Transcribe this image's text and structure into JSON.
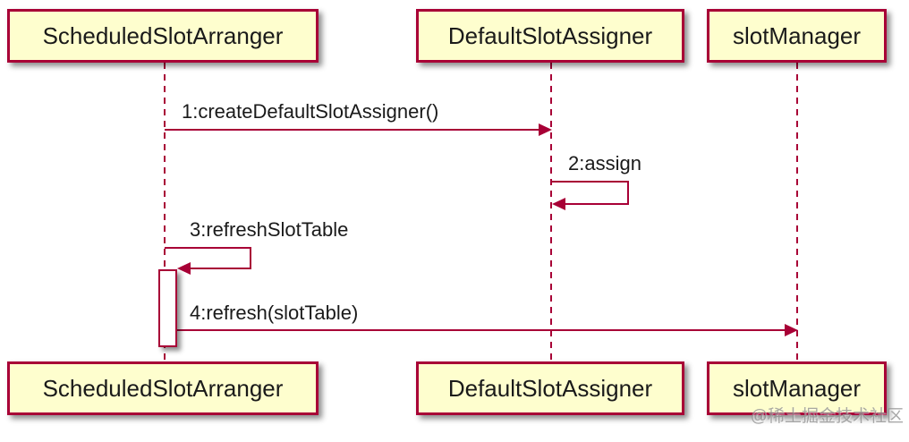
{
  "diagram": {
    "type": "uml-sequence",
    "participants": [
      {
        "name": "ScheduledSlotArranger"
      },
      {
        "name": "DefaultSlotAssigner"
      },
      {
        "name": "slotManager"
      }
    ],
    "messages": [
      {
        "label": "1:createDefaultSlotAssigner()",
        "from": "ScheduledSlotArranger",
        "to": "DefaultSlotAssigner",
        "kind": "sync-call"
      },
      {
        "label": "2:assign",
        "from": "DefaultSlotAssigner",
        "to": "DefaultSlotAssigner",
        "kind": "self-call"
      },
      {
        "label": "3:refreshSlotTable",
        "from": "ScheduledSlotArranger",
        "to": "ScheduledSlotArranger",
        "kind": "self-call"
      },
      {
        "label": "4:refresh(slotTable)",
        "from": "ScheduledSlotArranger",
        "to": "slotManager",
        "kind": "sync-call"
      }
    ],
    "colors": {
      "participant_fill": "#FEFECE",
      "participant_border": "#A80036",
      "line": "#A80036",
      "text": "#1A1A1A",
      "background": "#FFFFFF",
      "watermark_text": "#949494"
    },
    "watermark": "@稀土掘金技术社区"
  }
}
